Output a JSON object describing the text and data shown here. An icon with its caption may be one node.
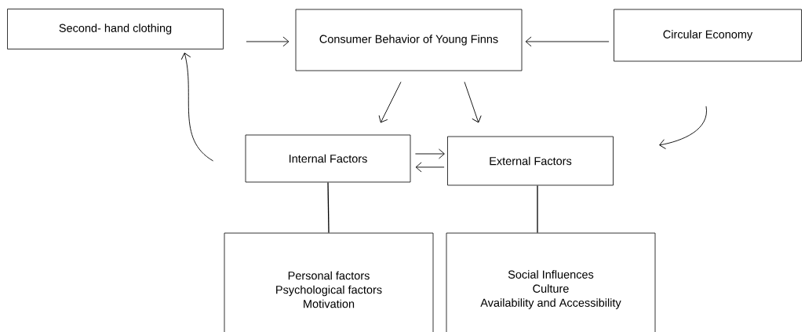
{
  "diagram": {
    "nodes": [
      {
        "text": [
          "Second- hand clothing"
        ]
      },
      {
        "text": [
          "Consumer Behavior of Young Finns"
        ]
      },
      {
        "text": [
          "Circular Economy"
        ]
      },
      {
        "text": [
          "Internal Factors"
        ]
      },
      {
        "text": [
          "External Factors"
        ]
      },
      {
        "text": [
          "Personal factors",
          "Psychological factors",
          "Motivation"
        ]
      },
      {
        "text": [
          "Social Influences",
          "Culture",
          "Availability and Accessibility"
        ]
      }
    ],
    "edges": [
      {
        "from": 0,
        "to": 1,
        "arrow": "to"
      },
      {
        "from": 2,
        "to": 1,
        "arrow": "to"
      },
      {
        "from": 1,
        "to": 3,
        "arrow": "to"
      },
      {
        "from": 1,
        "to": 4,
        "arrow": "to"
      },
      {
        "from": 3,
        "to": 4,
        "arrow": "to"
      },
      {
        "from": 4,
        "to": 3,
        "arrow": "to"
      },
      {
        "from": 3,
        "to": 5,
        "arrow": "none"
      },
      {
        "from": 4,
        "to": 6,
        "arrow": "none"
      },
      {
        "from": 3,
        "to": 0,
        "arrow": "to"
      },
      {
        "from": 2,
        "to": 4,
        "arrow": "to"
      }
    ]
  }
}
